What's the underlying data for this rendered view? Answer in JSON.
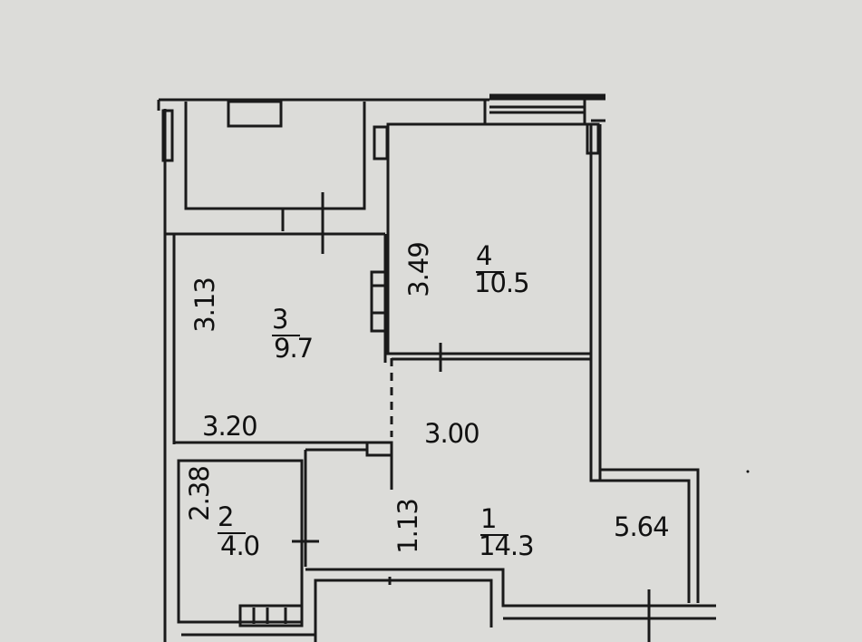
{
  "plan": {
    "rooms": [
      {
        "number": "1",
        "area": "14.3"
      },
      {
        "number": "2",
        "area": "4.0"
      },
      {
        "number": "3",
        "area": "9.7"
      },
      {
        "number": "4",
        "area": "10.5"
      }
    ],
    "dimensions": {
      "room3_height": "3.13",
      "room3_width": "3.20",
      "room4_height": "3.49",
      "hall_width": "3.00",
      "room2_height": "2.38",
      "hall_depth": "1.13",
      "room1_length": "5.64"
    }
  }
}
